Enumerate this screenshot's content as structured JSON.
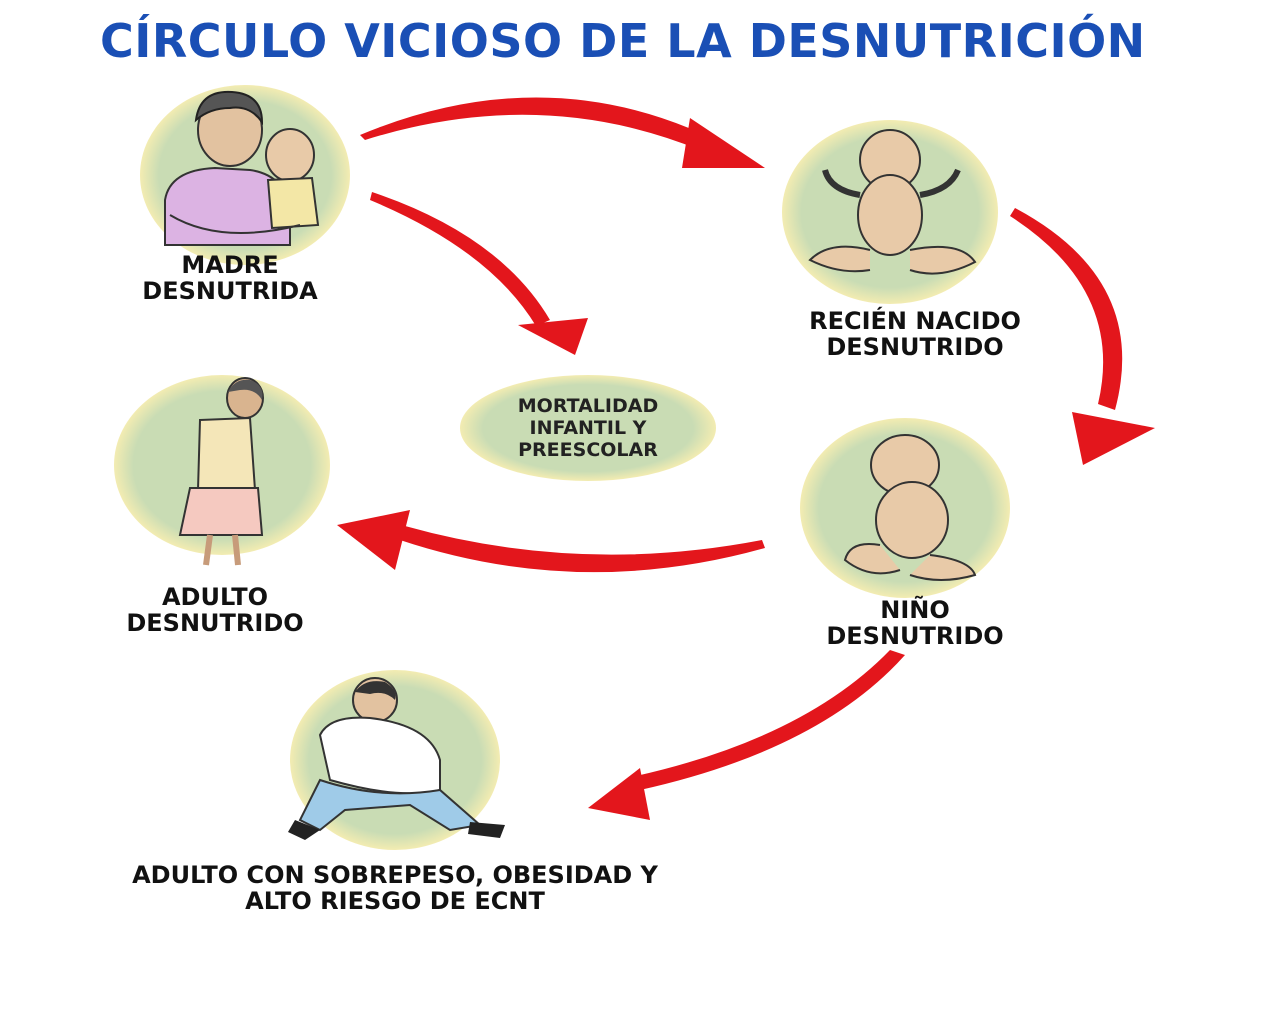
{
  "title": "CÍRCULO VICIOSO DE LA DESNUTRICIÓN",
  "colors": {
    "title": "#1a4fb5",
    "arrow": "#e3161c",
    "circle_fill": "#c9dcb4",
    "circle_ring": "#f3ecb2"
  },
  "nodes": {
    "madre": {
      "line1": "MADRE",
      "line2": "DESNUTRIDA"
    },
    "recien": {
      "line1": "RECIÉN NACIDO",
      "line2": "DESNUTRIDO"
    },
    "nino": {
      "line1": "NIÑO",
      "line2": "DESNUTRIDO"
    },
    "adulto": {
      "line1": "ADULTO",
      "line2": "DESNUTRIDO"
    },
    "obeso": {
      "line1": "ADULTO CON SOBREPESO, OBESIDAD Y",
      "line2": "ALTO RIESGO DE ECNT"
    },
    "mortalidad": {
      "line1": "MORTALIDAD",
      "line2": "INFANTIL Y",
      "line3": "PREESCOLAR"
    }
  }
}
